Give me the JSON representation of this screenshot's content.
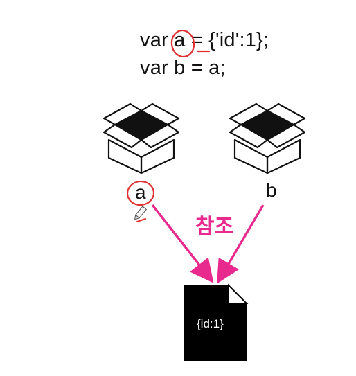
{
  "code": {
    "line1": "var a = {'id':1};",
    "line2": "var b = a;"
  },
  "variables": {
    "a_label": "a",
    "b_label": "b"
  },
  "reference_label": "참조",
  "object_label": "{id:1}",
  "colors": {
    "arrow": "#e8298e",
    "annotation": "#e03030",
    "ink": "#111111",
    "document": "#000000"
  },
  "icons": [
    "open-box-icon",
    "open-box-icon",
    "document-icon",
    "pencil-icon"
  ]
}
